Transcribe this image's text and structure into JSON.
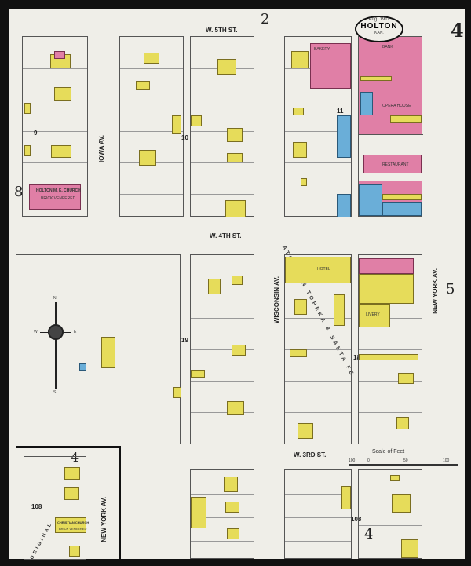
{
  "title_cartouche": {
    "date": "Aug. 1911",
    "town": "HOLTON",
    "state": "KAN."
  },
  "sheet_number": "4",
  "adjoining_sheets": {
    "top": "2",
    "left": "8",
    "right": "5",
    "bottom": "4",
    "inset": "4"
  },
  "streets": {
    "w5th": "W. 5TH ST.",
    "w4th": "W. 4TH ST.",
    "w3rd": "W. 3RD ST.",
    "iowa": "IOWA AV.",
    "wisconsin": "WISCONSIN AV.",
    "new_york": "NEW YORK AV.",
    "inset_new_york": "NEW YORK AV.",
    "diagonal": "ATCHISON TOPEKA & SANTA FE",
    "inset_original": "ORIGINAL"
  },
  "block_numbers": [
    "9",
    "10",
    "11",
    "18",
    "19",
    "108",
    "108"
  ],
  "buildings": {
    "church_top": {
      "name": "HOLTON M. E. CHURCH",
      "detail": "BRICK VENEERED"
    },
    "church_inset": {
      "name": "CHRISTIAN CHURCH",
      "detail": "BRICK VENEERED"
    },
    "bakery": "BAKERY",
    "restaurant": "RESTAURANT",
    "bank": "BANK",
    "hotel": "HOTEL",
    "opera": "OPERA HOUSE",
    "livery": "LIVERY"
  },
  "scale": {
    "label": "Scale of Feet",
    "ticks": [
      "100",
      "0",
      "50",
      "100"
    ]
  },
  "compass": {
    "n": "N",
    "s": "S",
    "e": "E",
    "w": "W"
  },
  "colors": {
    "brick": "#e07fa6",
    "frame": "#e6dc5a",
    "stone": "#6aaed8",
    "paper": "#efeee8"
  }
}
